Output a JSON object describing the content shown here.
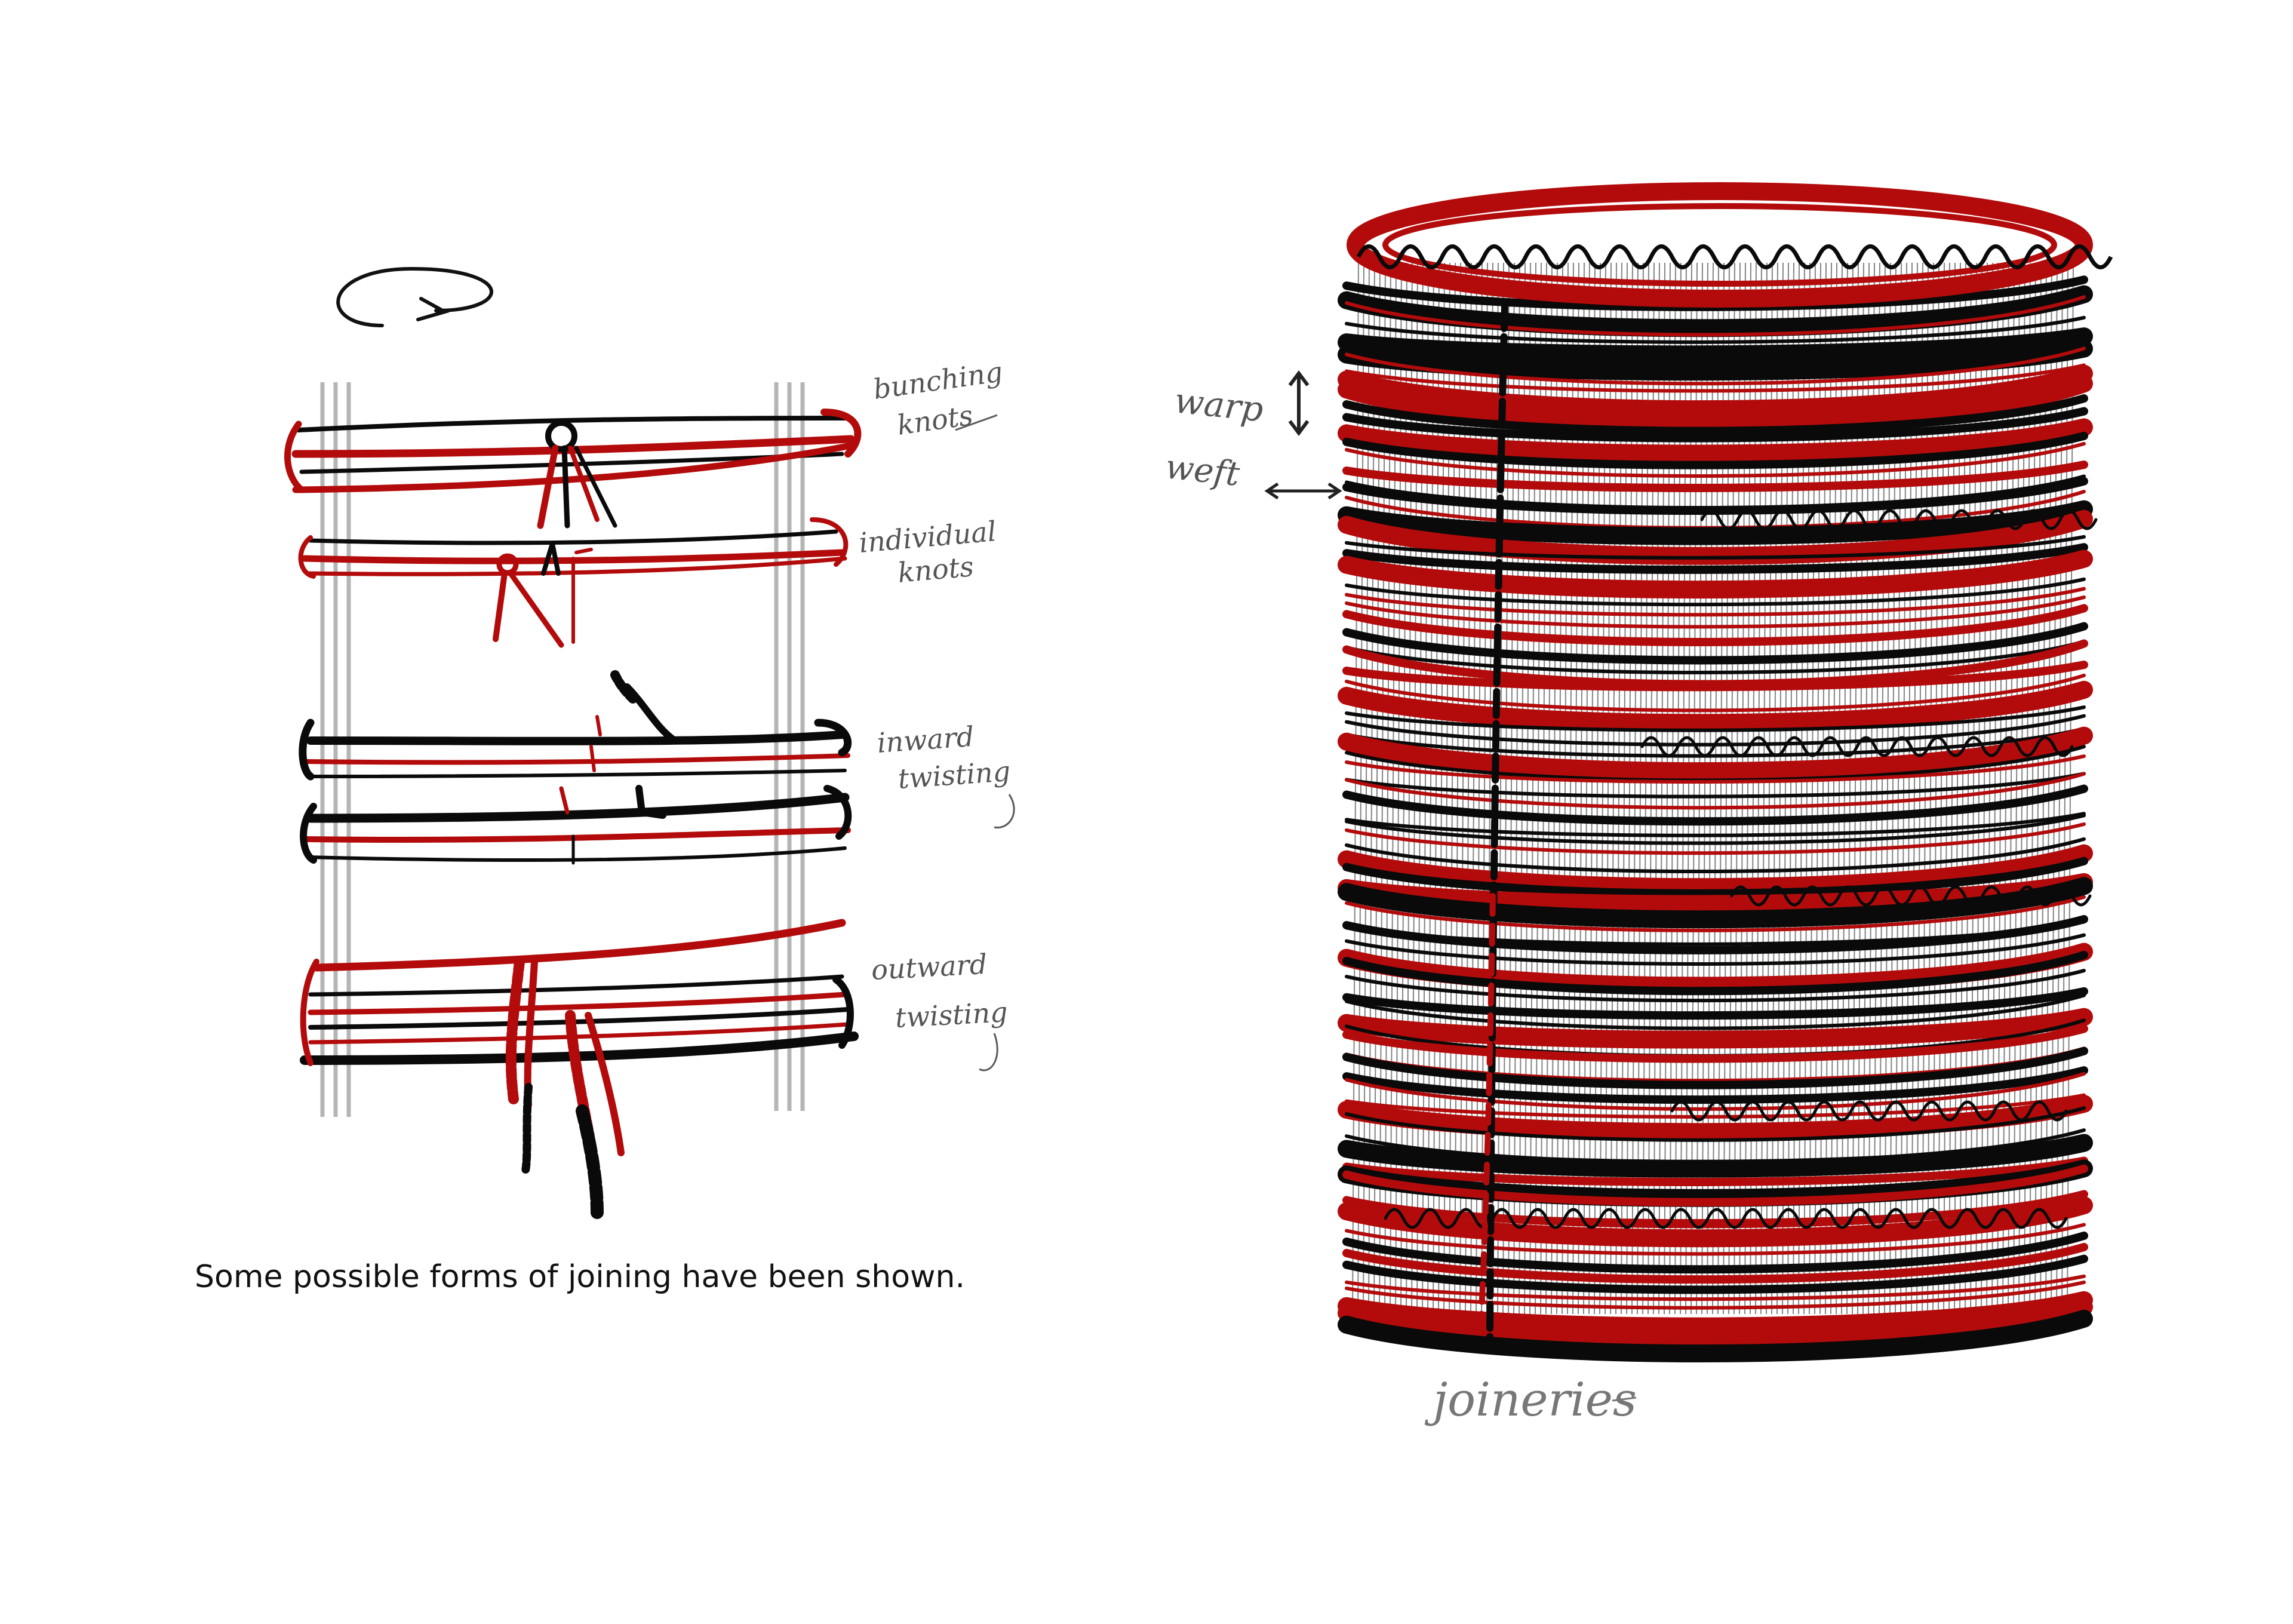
{
  "caption": "Some possible forms of joining have been shown.",
  "labels": {
    "bunching": [
      "bunching",
      "knots"
    ],
    "individual": [
      "individual",
      "knots"
    ],
    "inward": [
      "inward",
      "twisting"
    ],
    "outward": [
      "outward",
      "twisting"
    ],
    "warp": "warp",
    "weft": "weft",
    "title": "joineries"
  },
  "colors": {
    "red": "#b30b0b",
    "black": "#0a0a0a",
    "warp_grey": "#b5b5b5",
    "pencil": "#5a5a5a"
  },
  "icons": [
    "rotate-arrow-icon",
    "vertical-double-arrow-icon",
    "horizontal-double-arrow-icon"
  ]
}
